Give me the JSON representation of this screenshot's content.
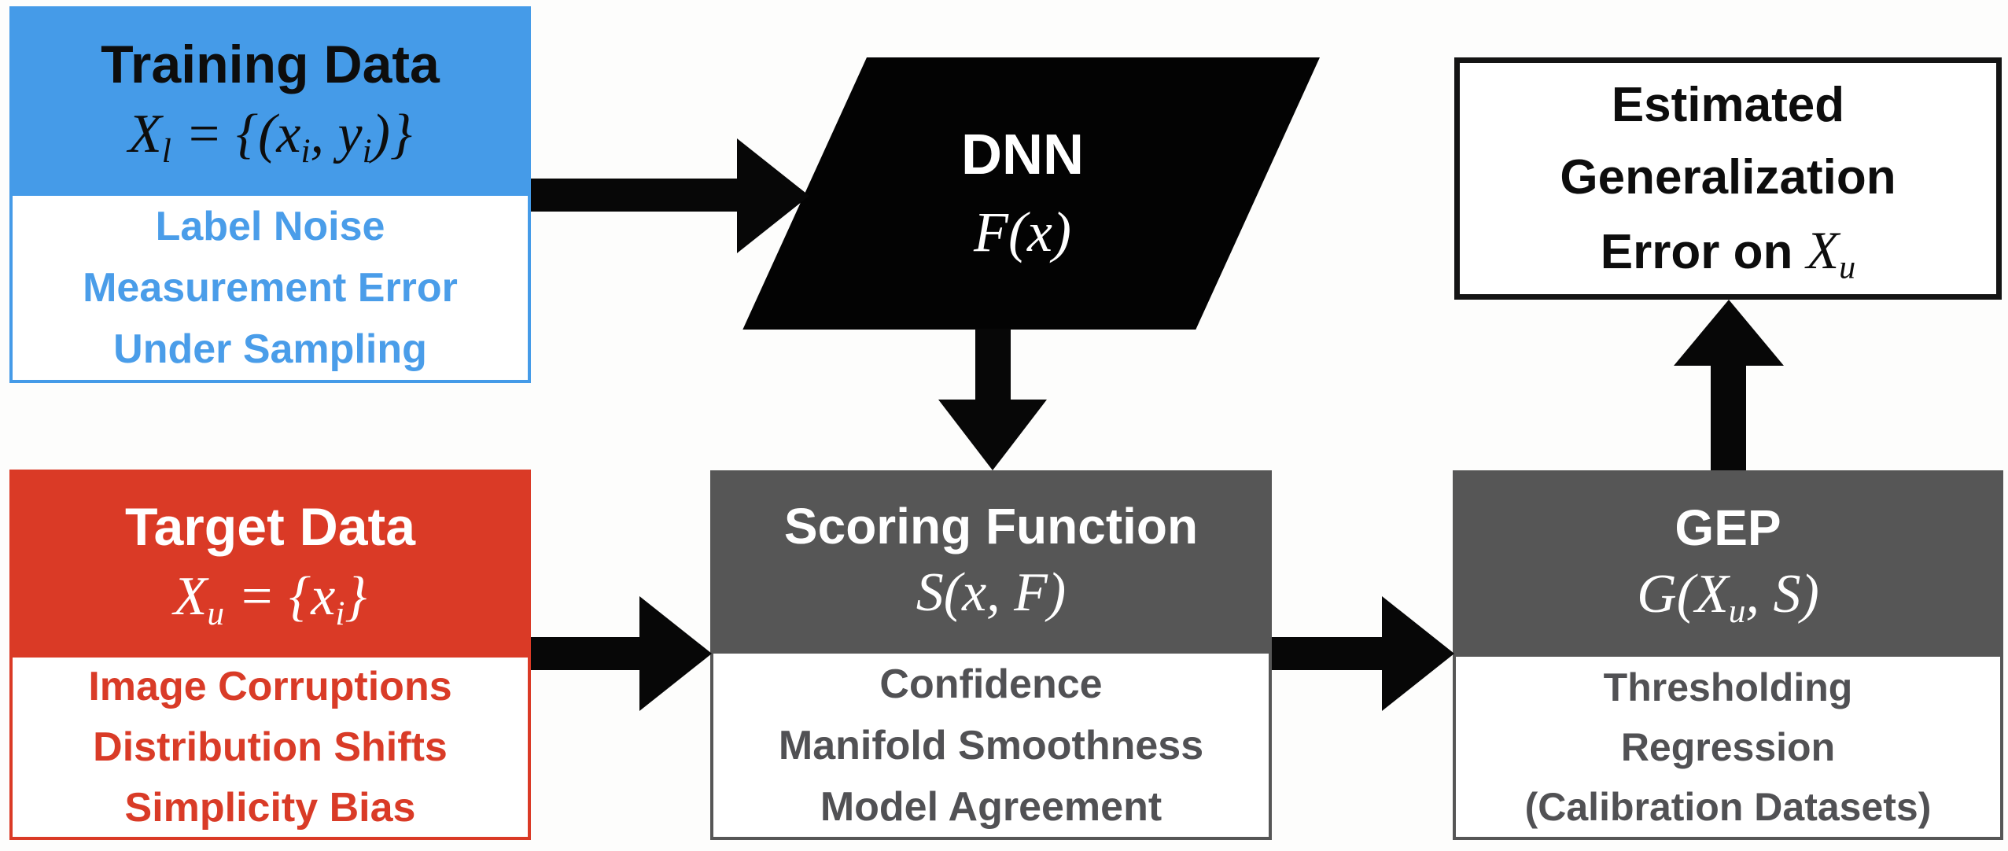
{
  "training_box": {
    "title": "Training Data",
    "formula": "X_l = {(x_i, y_i)}",
    "issues": [
      "Label Noise",
      "Measurement Error",
      "Under Sampling"
    ],
    "accent_color": "#459be8"
  },
  "target_box": {
    "title": "Target Data",
    "formula": "X_u = {x_i}",
    "issues": [
      "Image Corruptions",
      "Distribution Shifts",
      "Simplicity Bias"
    ],
    "accent_color": "#da3a26"
  },
  "dnn_node": {
    "title": "DNN",
    "formula": "F(x)",
    "fill_color": "#000000"
  },
  "scoring_box": {
    "title": "Scoring Function",
    "formula": "S(x, F)",
    "methods": [
      "Confidence",
      "Manifold Smoothness",
      "Model Agreement"
    ],
    "fill_color": "#565656"
  },
  "gep_box": {
    "title": "GEP",
    "formula": "G(X_u, S)",
    "methods": [
      "Thresholding",
      "Regression",
      "(Calibration Datasets)"
    ],
    "fill_color": "#565656"
  },
  "output_box": {
    "line1": "Estimated",
    "line2": "Generalization",
    "error_prefix": "Error on ",
    "error_formula": "X_u"
  }
}
